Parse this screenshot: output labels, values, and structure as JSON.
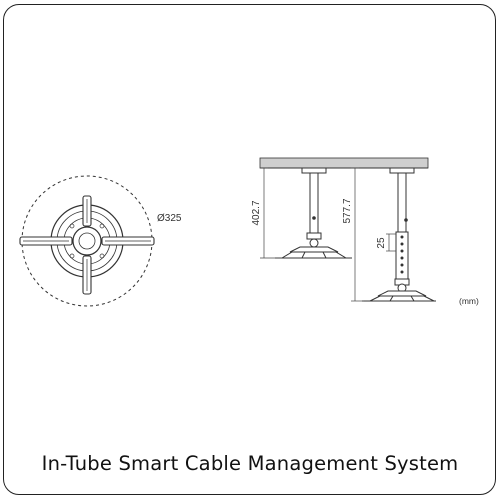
{
  "diagram": {
    "diameter_label": "Ø325",
    "short_height_label": "402.7",
    "long_height_label": "577.7",
    "adjust_step_label": "25",
    "unit_label": "(mm)"
  },
  "caption": "In-Tube Smart Cable Management System",
  "colors": {
    "line": "#333333",
    "ceiling": "#cfcfcf",
    "frame": "#222222"
  }
}
